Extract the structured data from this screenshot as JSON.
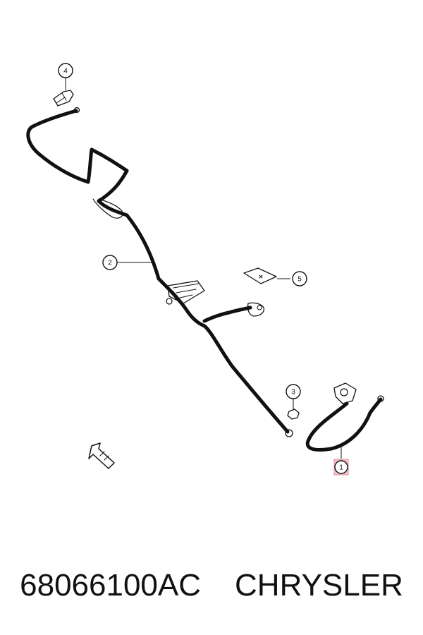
{
  "callouts": [
    {
      "label": "1",
      "highlighted": true
    },
    {
      "label": "2",
      "highlighted": false
    },
    {
      "label": "3",
      "highlighted": false
    },
    {
      "label": "4",
      "highlighted": false
    },
    {
      "label": "5",
      "highlighted": false
    }
  ],
  "caption": {
    "part_number": "68066100AC",
    "brand": "CHRYSLER"
  },
  "colors": {
    "line": "#111111",
    "highlight": "#f4b8c4"
  },
  "icons": [
    "front-direction-arrow-icon"
  ]
}
